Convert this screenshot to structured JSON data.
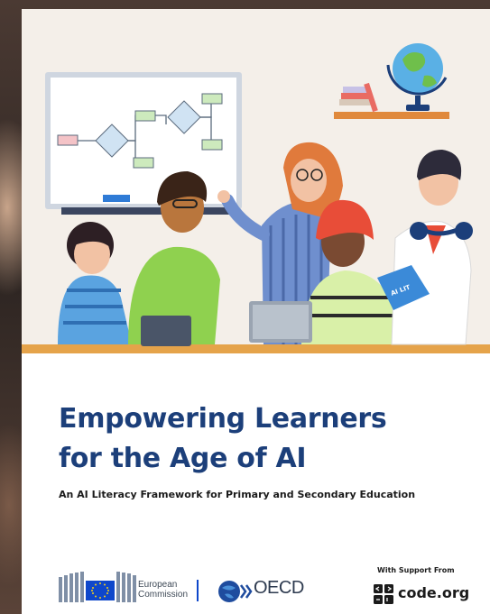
{
  "cover": {
    "title_line1": "Empowering Learners",
    "title_line2": "for the Age of AI",
    "subtitle": "An AI Literacy Framework for Primary and Secondary Education",
    "book_label": "AI LIT"
  },
  "footer": {
    "ec_line1": "European",
    "ec_line2": "Commission",
    "oecd": "OECD",
    "support_label": "With Support From",
    "codeorg": "code.org"
  },
  "colors": {
    "title": "#1c3f7a",
    "ec_blue": "#0e47cb",
    "illustration_bg": "#f4efe9"
  },
  "icons": [
    "eu-flag-icon",
    "ec-building-icon",
    "oecd-globe-icon",
    "codeorg-grid-icon"
  ]
}
